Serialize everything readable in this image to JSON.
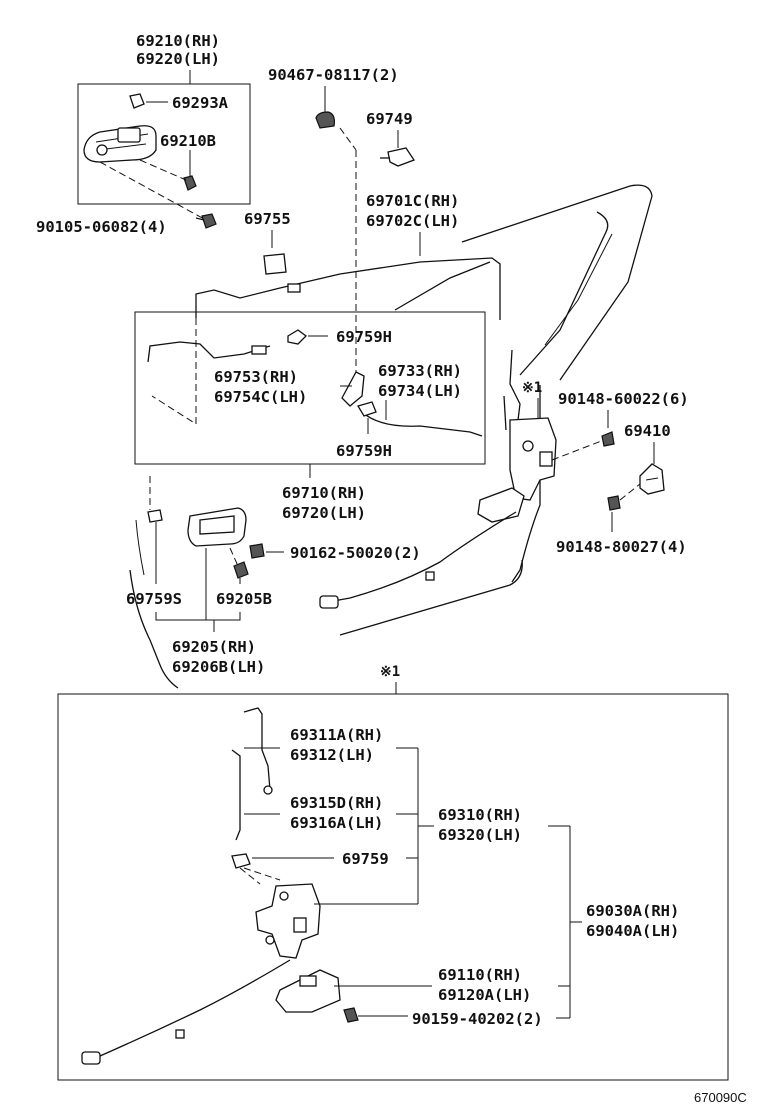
{
  "labels": {
    "p69210_rh": "69210(RH)",
    "p69220_lh": "69220(LH)",
    "p69293a": "69293A",
    "p69210b": "69210B",
    "p90105": "90105-06082(4)",
    "p90467": "90467-08117(2)",
    "p69749": "69749",
    "p69755": "69755",
    "p69701c_rh": "69701C(RH)",
    "p69702c_lh": "69702C(LH)",
    "p69759h_top": "69759H",
    "p69753_rh": "69753(RH)",
    "p69754c_lh": "69754C(LH)",
    "p69733_rh": "69733(RH)",
    "p69734_lh": "69734(LH)",
    "p69759h_bot": "69759H",
    "star1_top": "※1",
    "p90148_60022": "90148-60022(6)",
    "p69410": "69410",
    "p90148_80027": "90148-80027(4)",
    "p69710_rh": "69710(RH)",
    "p69720_lh": "69720(LH)",
    "p90162": "90162-50020(2)",
    "p69759s": "69759S",
    "p69205b": "69205B",
    "p69205_rh": "69205(RH)",
    "p69206b_lh": "69206B(LH)",
    "star1_box": "※1",
    "p69311a_rh": "69311A(RH)",
    "p69312_lh": "69312(LH)",
    "p69315d_rh": "69315D(RH)",
    "p69316a_lh": "69316A(LH)",
    "p69310_rh": "69310(RH)",
    "p69320_lh": "69320(LH)",
    "p69759": "69759",
    "p69030a_rh": "69030A(RH)",
    "p69040a_lh": "69040A(LH)",
    "p69110_rh": "69110(RH)",
    "p69120a_lh": "69120A(LH)",
    "p90159": "90159-40202(2)",
    "diagram_code": "670090C"
  }
}
